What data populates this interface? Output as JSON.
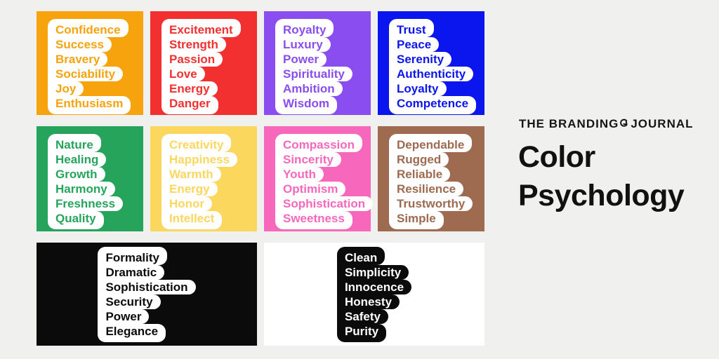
{
  "page": {
    "background": "#f0f0ee"
  },
  "brand": {
    "prefix": "THE BRANDING",
    "suffix": "JOURNAL",
    "arrow_icon": "curved-arrow",
    "color": "#161616"
  },
  "title": {
    "line1": "Color",
    "line2": "Psychology",
    "color": "#111111"
  },
  "tiles": [
    {
      "name": "orange",
      "bg": "#f7a30e",
      "blob": "#ffffff",
      "text": "#f7a30e",
      "wide": false,
      "words": [
        "Confidence",
        "Success",
        "Bravery",
        "Sociability",
        "Joy",
        "Enthusiasm"
      ]
    },
    {
      "name": "red",
      "bg": "#f23030",
      "blob": "#ffffff",
      "text": "#f23030",
      "wide": false,
      "words": [
        "Excitement",
        "Strength",
        "Passion",
        "Love",
        "Energy",
        "Danger"
      ]
    },
    {
      "name": "purple",
      "bg": "#8a4df0",
      "blob": "#ffffff",
      "text": "#8a4df0",
      "wide": false,
      "words": [
        "Royalty",
        "Luxury",
        "Power",
        "Spirituality",
        "Ambition",
        "Wisdom"
      ]
    },
    {
      "name": "blue",
      "bg": "#0b16ef",
      "blob": "#ffffff",
      "text": "#0b16ef",
      "wide": false,
      "words": [
        "Trust",
        "Peace",
        "Serenity",
        "Authenticity",
        "Loyalty",
        "Competence"
      ]
    },
    {
      "name": "green",
      "bg": "#26a45c",
      "blob": "#ffffff",
      "text": "#26a45c",
      "wide": false,
      "words": [
        "Nature",
        "Healing",
        "Growth",
        "Harmony",
        "Freshness",
        "Quality"
      ]
    },
    {
      "name": "yellow",
      "bg": "#fbd75e",
      "blob": "#ffffff",
      "text": "#fbd75e",
      "wide": false,
      "words": [
        "Creativity",
        "Happiness",
        "Warmth",
        "Energy",
        "Honor",
        "Intellect"
      ]
    },
    {
      "name": "pink",
      "bg": "#f768bd",
      "blob": "#ffffff",
      "text": "#f768bd",
      "wide": false,
      "words": [
        "Compassion",
        "Sincerity",
        "Youth",
        "Optimism",
        "Sophistication",
        "Sweetness"
      ]
    },
    {
      "name": "brown",
      "bg": "#9e6a50",
      "blob": "#ffffff",
      "text": "#9e6a50",
      "wide": false,
      "words": [
        "Dependable",
        "Rugged",
        "Reliable",
        "Resilience",
        "Trustworthy",
        "Simple"
      ]
    },
    {
      "name": "black",
      "bg": "#0b0b0b",
      "blob": "#ffffff",
      "text": "#0b0b0b",
      "wide": true,
      "words": [
        "Formality",
        "Dramatic",
        "Sophistication",
        "Security",
        "Power",
        "Elegance"
      ]
    },
    {
      "name": "white",
      "bg": "#ffffff",
      "blob": "#0b0b0b",
      "text": "#ffffff",
      "wide": true,
      "words": [
        "Clean",
        "Simplicity",
        "Innocence",
        "Honesty",
        "Safety",
        "Purity"
      ]
    }
  ]
}
